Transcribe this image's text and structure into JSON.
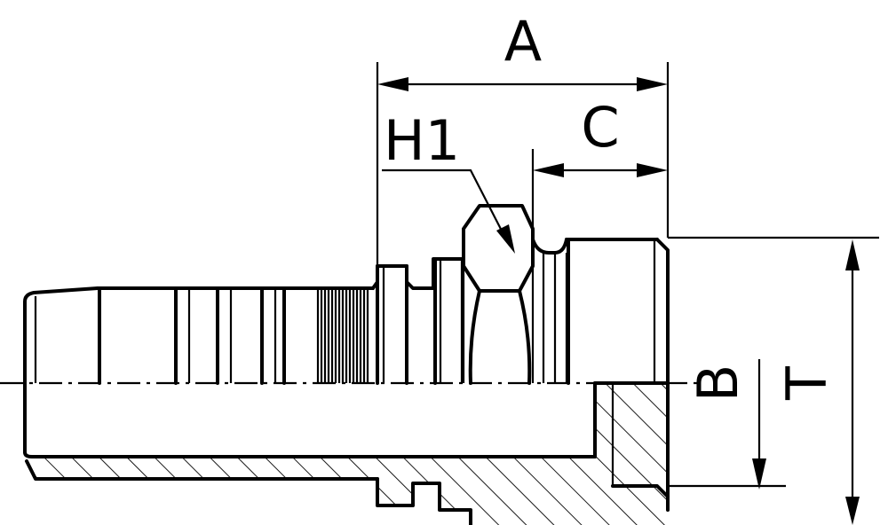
{
  "dimensions": {
    "A": "A",
    "C": "C",
    "H1": "H1",
    "B": "B",
    "T": "T"
  }
}
